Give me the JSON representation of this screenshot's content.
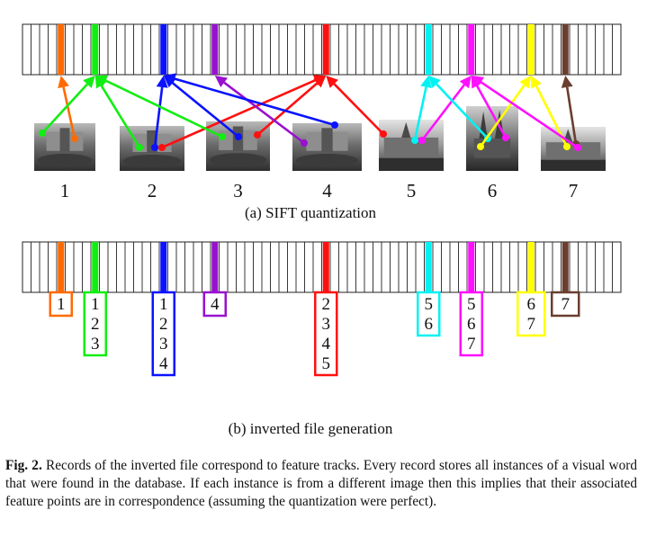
{
  "colors": [
    "#ff6a00",
    "#11ee11",
    "#0a12ff",
    "#9910d0",
    "#ff1010",
    "#00f2f2",
    "#ff10ff",
    "#ffff00",
    "#6a3f2f"
  ],
  "words": [
    {
      "color": "#ff6a00",
      "record": [
        "1"
      ]
    },
    {
      "color": "#11ee11",
      "record": [
        "1",
        "2",
        "3"
      ]
    },
    {
      "color": "#0a12ff",
      "record": [
        "1",
        "2",
        "3",
        "4"
      ]
    },
    {
      "color": "#9910d0",
      "record": [
        "4"
      ]
    },
    {
      "color": "#ff1010",
      "record": [
        "2",
        "3",
        "4",
        "5"
      ]
    },
    {
      "color": "#00f2f2",
      "record": [
        "5",
        "6"
      ]
    },
    {
      "color": "#ff10ff",
      "record": [
        "5",
        "6",
        "7"
      ]
    },
    {
      "color": "#ffff00",
      "record": [
        "6",
        "7"
      ]
    },
    {
      "color": "#6a3f2f",
      "record": [
        "7"
      ]
    }
  ],
  "images": [
    {
      "label": "1",
      "scene": "fountain"
    },
    {
      "label": "2",
      "scene": "fountain"
    },
    {
      "label": "3",
      "scene": "fountain"
    },
    {
      "label": "4",
      "scene": "fountain"
    },
    {
      "label": "5",
      "scene": "square"
    },
    {
      "label": "6",
      "scene": "church"
    },
    {
      "label": "7",
      "scene": "square"
    }
  ],
  "subcaption_a": "(a) SIFT quantization",
  "subcaption_b": "(b) inverted file generation",
  "caption": {
    "label": "Fig. 2.",
    "text": "Records of the inverted file correspond to feature tracks. Every record stores all instances of a visual word that were found in the database. If each instance is from a different image then this implies that their associated feature points are in correspondence (assuming the quantization were perfect)."
  }
}
